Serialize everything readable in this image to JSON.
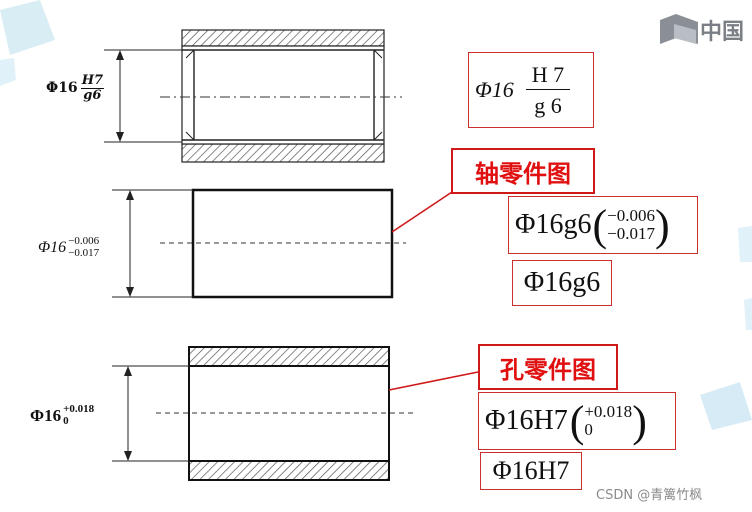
{
  "assembly": {
    "dim_prefix": "Φ16",
    "fit_numerator": "H7",
    "fit_denominator": "g6",
    "box_prefix": "Φ16",
    "box_numerator": "H 7",
    "box_denominator": "g 6"
  },
  "shaft": {
    "dim_prefix": "Φ16",
    "upper_dev": "−0.006",
    "lower_dev": "−0.017",
    "callout": "轴零件图",
    "spec_prefix": "Φ16g6",
    "spec_upper": "−0.006",
    "spec_lower": "−0.017",
    "code": "Φ16g6"
  },
  "hole": {
    "dim_prefix": "Φ16",
    "upper_dev": "+0.018",
    "lower_dev": "0",
    "callout": "孔零件图",
    "spec_prefix": "Φ16H7",
    "spec_upper": "+0.018",
    "spec_lower": "0",
    "code": "Φ16H7"
  },
  "watermark": "CSDN @青篱竹枫",
  "logo_text": "中国",
  "colors": {
    "callout_red": "#e01010",
    "box_border": "#c9302c",
    "hatch": "#555555",
    "deco_blue": "#cfe8f3"
  }
}
